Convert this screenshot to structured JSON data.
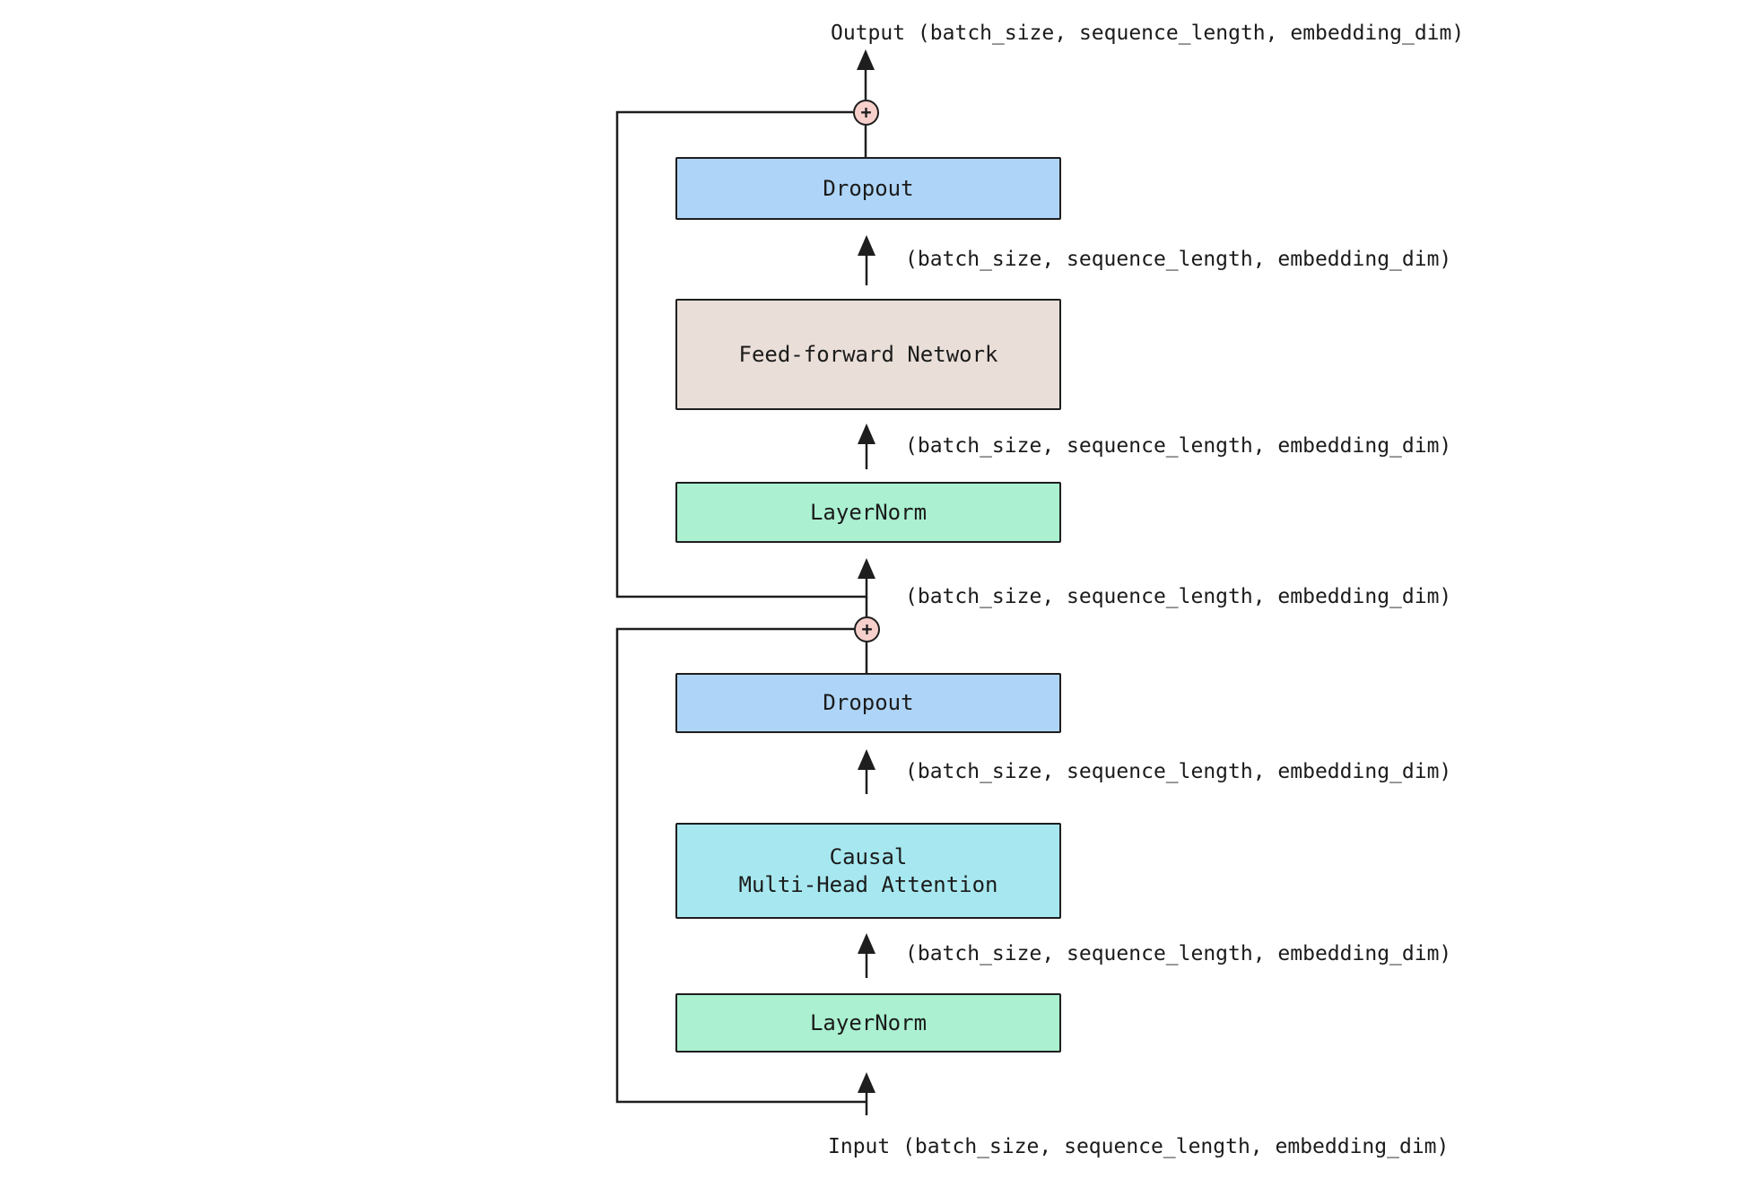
{
  "diagram": {
    "title_top": "Output (batch_size, sequence_length, embedding_dim)",
    "title_bottom": "Input (batch_size, sequence_length, embedding_dim)",
    "shape_annotation": "(batch_size, sequence_length, embedding_dim)",
    "add_symbol": "+",
    "blocks": [
      {
        "id": "dropout-upper",
        "label": "Dropout",
        "fill": "#aed5f7"
      },
      {
        "id": "feed-forward",
        "label": "Feed-forward Network",
        "fill": "#e9ded8"
      },
      {
        "id": "layernorm-upper",
        "label": "LayerNorm",
        "fill": "#aaf0d1"
      },
      {
        "id": "dropout-lower",
        "label": "Dropout",
        "fill": "#aed5f7"
      },
      {
        "id": "causal-mha",
        "lines": [
          "Causal",
          "Multi-Head Attention"
        ],
        "fill": "#a7e8f0"
      },
      {
        "id": "layernorm-lower",
        "label": "LayerNorm",
        "fill": "#aaf0d1"
      }
    ],
    "colors": {
      "stroke": "#1e1e1e",
      "text": "#1b1b1b",
      "dropout_fill": "#aed5f7",
      "feed_forward_fill": "#e9ded8",
      "layernorm_fill": "#aaf0d1",
      "attention_fill": "#a7e8f0",
      "add_node_fill": "#f8d0cb",
      "background": "#ffffff"
    }
  }
}
